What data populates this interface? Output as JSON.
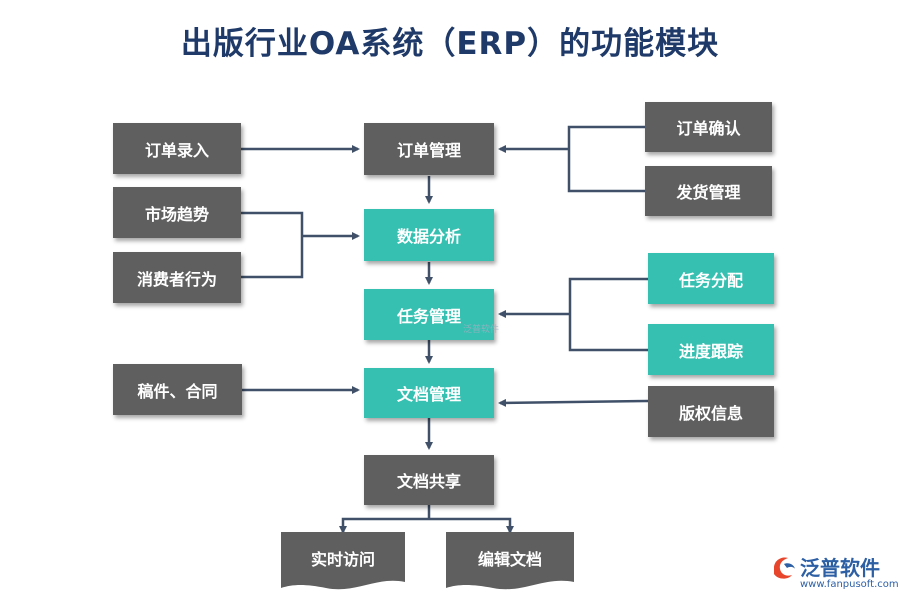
{
  "title": "出版行业OA系统（ERP）的功能模块",
  "nodes": {
    "order_entry": "订单录入",
    "order_mgmt": "订单管理",
    "order_confirm": "订单确认",
    "shipping_mgmt": "发货管理",
    "market_trend": "市场趋势",
    "consumer_behavior": "消费者行为",
    "data_analysis": "数据分析",
    "task_mgmt": "任务管理",
    "task_assign": "任务分配",
    "progress_track": "进度跟踪",
    "manuscripts": "稿件、合同",
    "doc_mgmt": "文档管理",
    "copyright": "版权信息",
    "doc_share": "文档共享",
    "realtime_access": "实时访问",
    "edit_doc": "编辑文档"
  },
  "watermark": "泛普软件",
  "logo": {
    "brand": "泛普软件",
    "url": "www.fanpusoft.com"
  },
  "colors": {
    "gray": "#5f5f5f",
    "teal": "#35c0b1",
    "title": "#1f3a68",
    "line": "#3f5068"
  }
}
